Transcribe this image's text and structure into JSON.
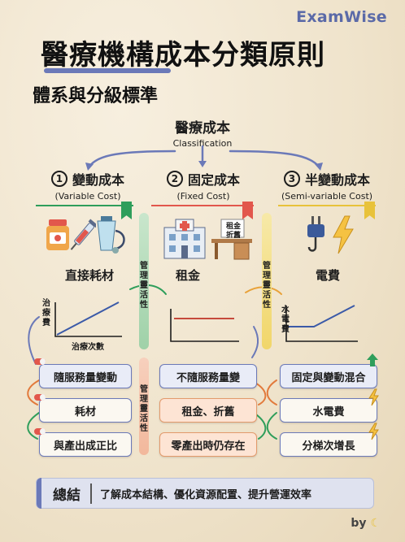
{
  "brand": "ExamWise",
  "title": "醫療機構成本分類原則",
  "subtitle": "體系與分級標準",
  "root": {
    "zh": "醫療成本",
    "en": "Classification"
  },
  "columns": [
    {
      "num": "1",
      "zh": "變動成本",
      "en": "(Variable Cost)",
      "item": "直接耗材",
      "chart_y": "治療費",
      "chart_x": "治療次數",
      "pills": [
        "隨服務量變動",
        "耗材",
        "與產出成正比"
      ],
      "color": "#2f9e5b"
    },
    {
      "num": "2",
      "zh": "固定成本",
      "en": "(Fixed Cost)",
      "item": "租金",
      "tag": "租金\n折舊",
      "pills": [
        "不隨服務量變",
        "租金、折舊",
        "零產出時仍存在"
      ],
      "color": "#e2574c"
    },
    {
      "num": "3",
      "zh": "半變動成本",
      "en": "(Semi-variable Cost)",
      "item": "電費",
      "chart_y": "水電費",
      "pills": [
        "固定與變動混合",
        "水電費",
        "分梯次增長"
      ],
      "color": "#e8c23a"
    }
  ],
  "bands": [
    {
      "label": "管理靈活性"
    },
    {
      "label": "管理靈活性"
    },
    {
      "label": "管理靈活性"
    }
  ],
  "summary": {
    "key": "總結",
    "value": "了解成本結構、優化資源配置、提升營運效率"
  },
  "by": "by"
}
